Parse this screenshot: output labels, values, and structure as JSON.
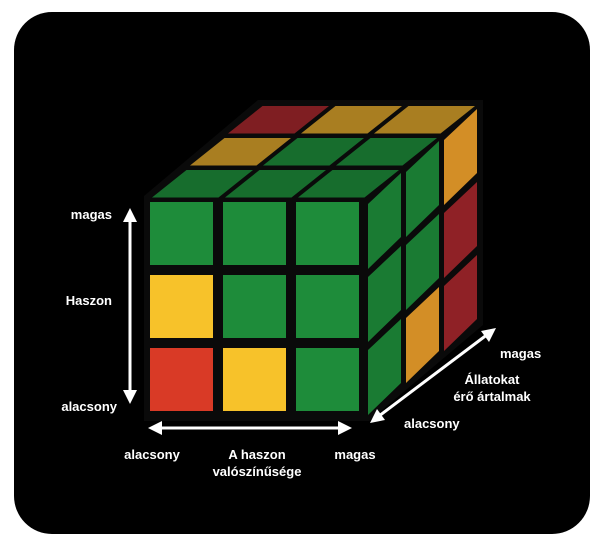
{
  "labels": {
    "y_high": "magas",
    "y_title": "Haszon",
    "y_low": "alacsony",
    "x_low": "alacsony",
    "x_title_line1": "A haszon",
    "x_title_line2": "valószínűsége",
    "x_high": "magas",
    "z_high": "magas",
    "z_title_line1": "Állatokat",
    "z_title_line2": "érő ártalmak",
    "z_low": "alacsony"
  },
  "colors": {
    "background": "#000000",
    "text": "#ffffff",
    "green": "#1e8c3a",
    "yellow": "#f7c22a",
    "red": "#d93a26",
    "orange": "#f0a12b",
    "dark_red": "#a3262b",
    "mustard": "#d9a12a"
  },
  "cube": {
    "front_rows_top_to_bottom": [
      [
        "green",
        "green",
        "green"
      ],
      [
        "yellow",
        "green",
        "green"
      ],
      [
        "red",
        "yellow",
        "green"
      ]
    ],
    "right_rows_top_to_bottom_front_to_back": [
      [
        "green",
        "green",
        "orange"
      ],
      [
        "green",
        "green",
        "dark_red"
      ],
      [
        "green",
        "orange",
        "dark_red"
      ]
    ],
    "top_rows_back_to_front_left_to_right": [
      [
        "dark_red",
        "mustard",
        "mustard"
      ],
      [
        "mustard",
        "green",
        "green"
      ],
      [
        "green",
        "green",
        "green"
      ]
    ]
  }
}
